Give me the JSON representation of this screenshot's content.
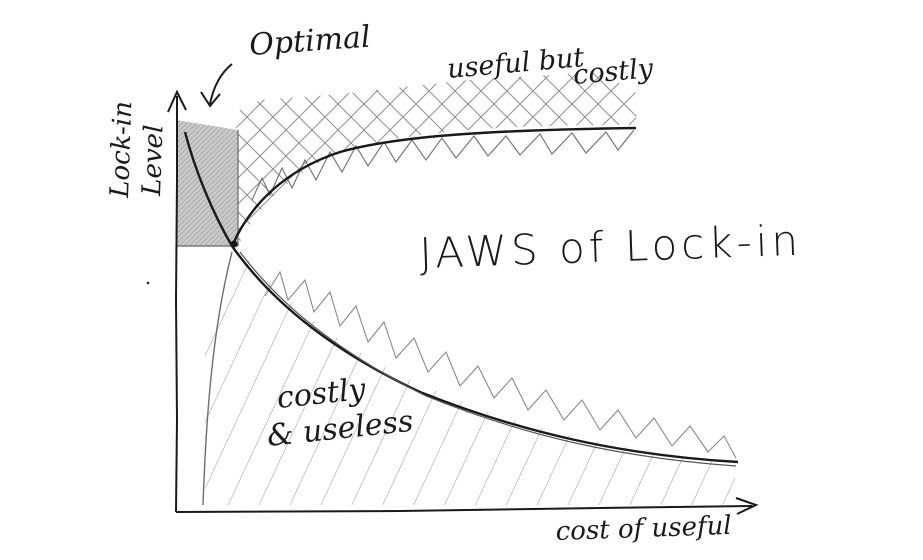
{
  "diagram": {
    "labels": {
      "optimal": "Optimal",
      "useful_line1": "useful but",
      "useful_line2": "costly",
      "jaws": "JAWS of Lock-in",
      "costly_line1": "costly",
      "costly_line2": "& useless",
      "y_axis_line1": "Lock-in",
      "y_axis_line2": "Level",
      "x_axis": "cost of useful"
    },
    "colors": {
      "ink": "#1a1a1a",
      "pencil": "#6e6e6e",
      "shade": "#b9b9b9",
      "background": "#ffffff"
    }
  }
}
